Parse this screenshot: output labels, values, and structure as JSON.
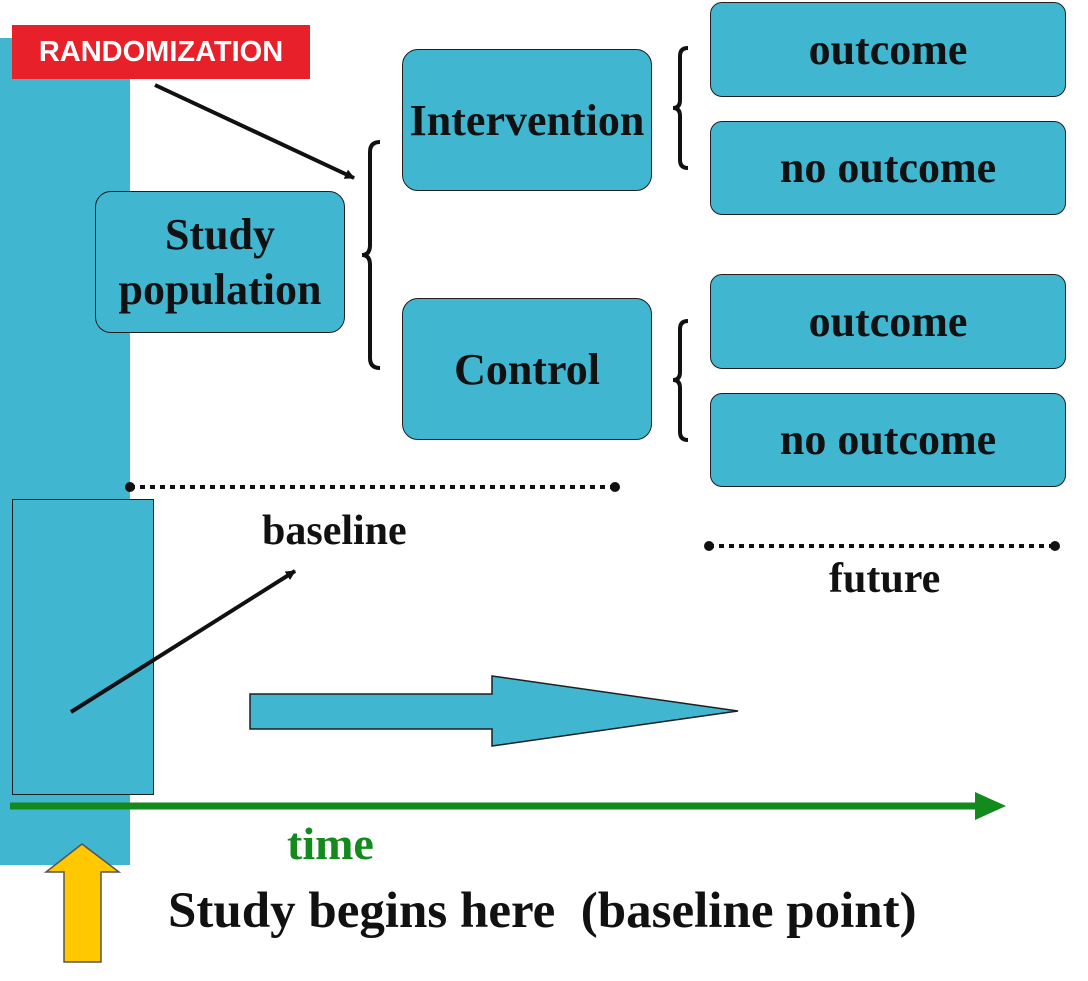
{
  "randomization": "RANDOMIZATION",
  "study_population": {
    "line1": "Study",
    "line2": "population"
  },
  "arms": {
    "intervention": "Intervention",
    "control": "Control"
  },
  "outcomes": {
    "intervention_outcome": "outcome",
    "intervention_no_outcome": "no outcome",
    "control_outcome": "outcome",
    "control_no_outcome": "no outcome"
  },
  "labels": {
    "baseline": "baseline",
    "future": "future",
    "time": "time",
    "study_begins": "Study begins here  (baseline point)"
  },
  "colors": {
    "box_fill": "#41b6d0",
    "randomization_fill": "#e8202a",
    "time_axis": "#138a1c",
    "marker_arrow": "#ffc800"
  }
}
